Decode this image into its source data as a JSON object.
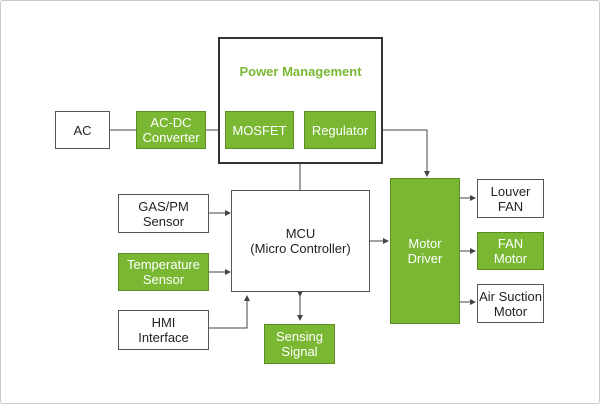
{
  "diagram": {
    "power_management_title": "Power Management",
    "blocks": {
      "ac": "AC",
      "acdc": "AC-DC\nConverter",
      "mosfet": "MOSFET",
      "regulator": "Regulator",
      "gas": "GAS/PM\nSensor",
      "temp": "Temperature\nSensor",
      "hmi": "HMI\nInterface",
      "mcu": "MCU\n(Micro Controller)",
      "sensing": "Sensing\nSignal",
      "motor_driver": "Motor\nDriver",
      "louver": "Louver\nFAN",
      "fan_motor": "FAN\nMotor",
      "air_suction": "Air Suction\nMotor"
    },
    "colors": {
      "accent_green": "#7ab833",
      "box_border": "#555555",
      "line": "#444444"
    }
  }
}
